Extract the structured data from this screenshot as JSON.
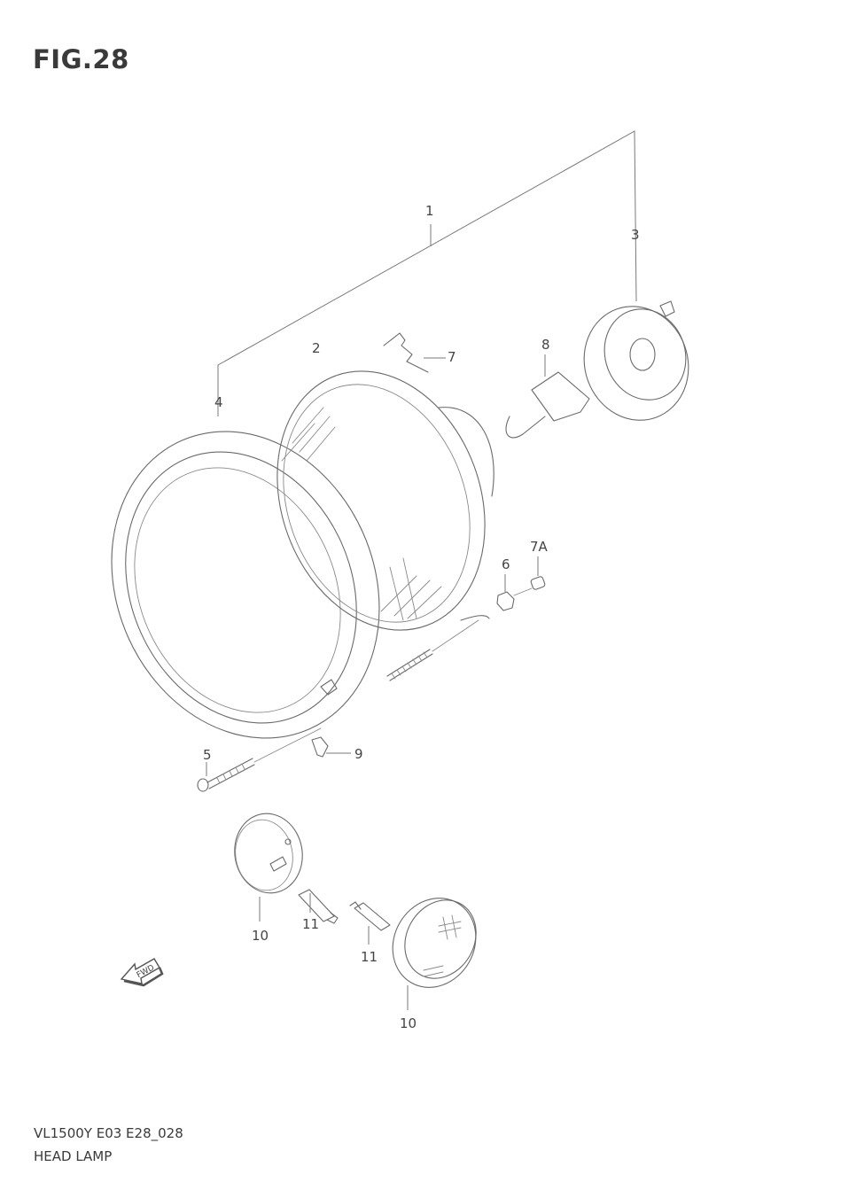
{
  "header": {
    "figure_title": "FIG.28"
  },
  "callouts": [
    {
      "id": "1",
      "text": "1"
    },
    {
      "id": "2",
      "text": "2"
    },
    {
      "id": "3",
      "text": "3"
    },
    {
      "id": "4",
      "text": "4"
    },
    {
      "id": "5",
      "text": "5"
    },
    {
      "id": "6",
      "text": "6"
    },
    {
      "id": "7",
      "text": "7"
    },
    {
      "id": "7A",
      "text": "7A"
    },
    {
      "id": "8",
      "text": "8"
    },
    {
      "id": "9",
      "text": "9"
    },
    {
      "id": "10a",
      "text": "10"
    },
    {
      "id": "10b",
      "text": "10"
    },
    {
      "id": "11a",
      "text": "11"
    },
    {
      "id": "11b",
      "text": "11"
    }
  ],
  "fwd_arrow": {
    "text": "FWD",
    "icon": "fwd-arrow-icon"
  },
  "footer": {
    "model_code": "VL1500Y E03 E28_028",
    "section_name": "HEAD LAMP"
  }
}
